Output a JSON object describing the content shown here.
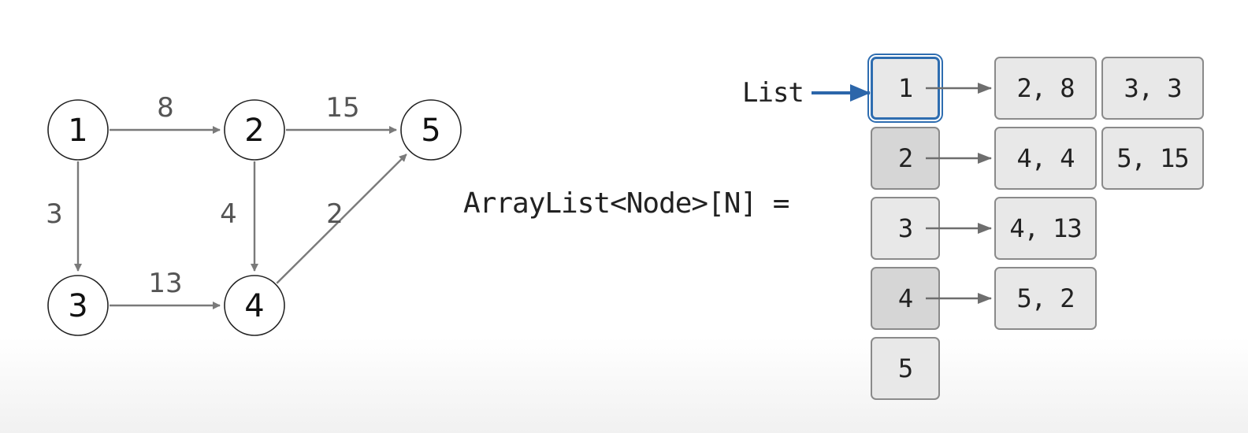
{
  "graph": {
    "nodes": [
      {
        "id": "1",
        "label": "1"
      },
      {
        "id": "2",
        "label": "2"
      },
      {
        "id": "3",
        "label": "3"
      },
      {
        "id": "4",
        "label": "4"
      },
      {
        "id": "5",
        "label": "5"
      }
    ],
    "edges": [
      {
        "from": "1",
        "to": "2",
        "weight": "8"
      },
      {
        "from": "2",
        "to": "5",
        "weight": "15"
      },
      {
        "from": "1",
        "to": "3",
        "weight": "3"
      },
      {
        "from": "2",
        "to": "4",
        "weight": "4"
      },
      {
        "from": "4",
        "to": "5",
        "weight": "2"
      },
      {
        "from": "3",
        "to": "4",
        "weight": "13"
      }
    ]
  },
  "expression": "ArrayList<Node>[N] =",
  "list_label": "List",
  "adjacency": [
    {
      "index": "1",
      "selected": true,
      "dark": false,
      "pairs": [
        "2, 8",
        "3, 3"
      ]
    },
    {
      "index": "2",
      "selected": false,
      "dark": true,
      "pairs": [
        "4, 4",
        "5, 15"
      ]
    },
    {
      "index": "3",
      "selected": false,
      "dark": false,
      "pairs": [
        "4, 13"
      ]
    },
    {
      "index": "4",
      "selected": false,
      "dark": true,
      "pairs": [
        "5, 2"
      ]
    },
    {
      "index": "5",
      "selected": false,
      "dark": false,
      "pairs": []
    }
  ],
  "colors": {
    "highlight": "#2e6db0",
    "edge": "#7a7a7a",
    "cell": "#e8e8e8",
    "cell_dark": "#d6d6d6"
  }
}
